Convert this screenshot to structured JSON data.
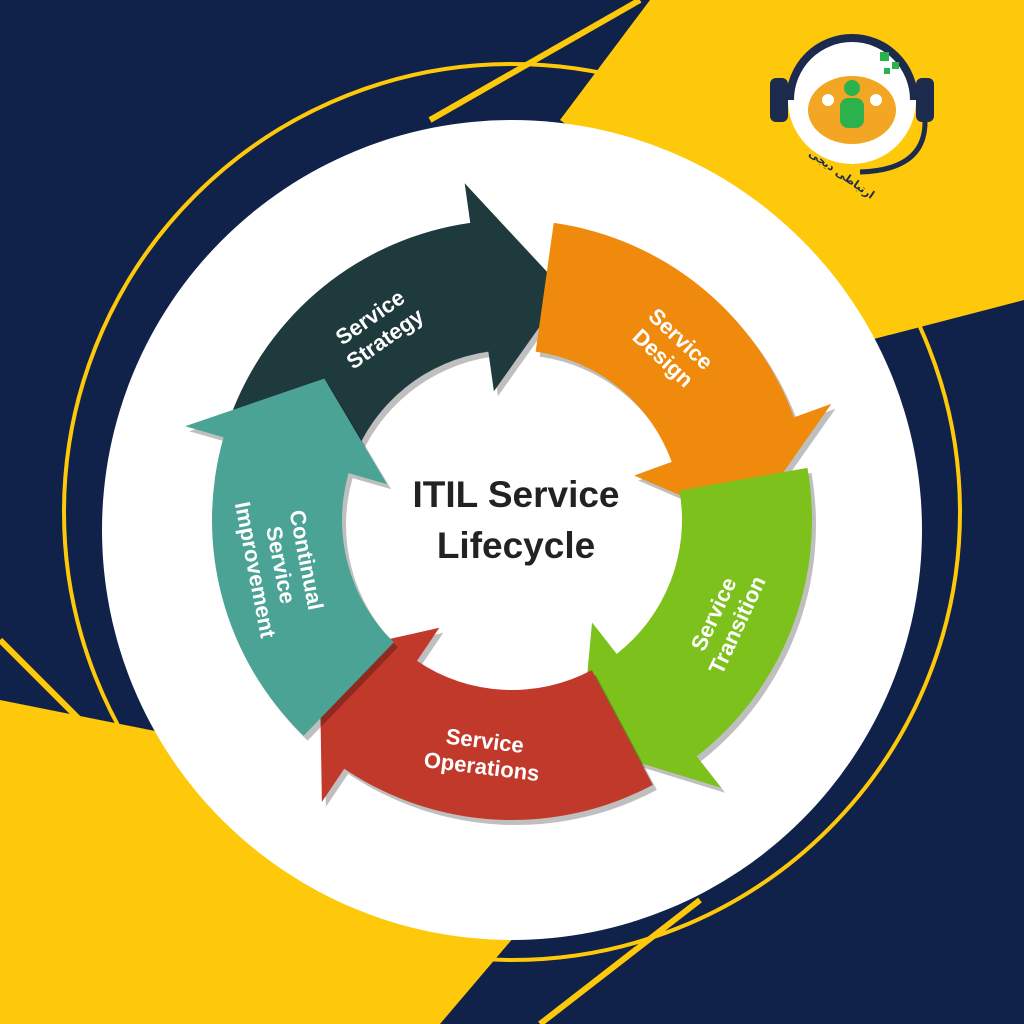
{
  "center": {
    "line1": "ITIL Service",
    "line2": "Lifecycle"
  },
  "stages": [
    {
      "line1": "Service",
      "line2": "Strategy",
      "color": "#1f3a3d"
    },
    {
      "line1": "Service",
      "line2": "Design",
      "color": "#f08a0d"
    },
    {
      "line1": "Service",
      "line2": "Transition",
      "color": "#7cc11c"
    },
    {
      "line1": "Service",
      "line2": "Operations",
      "color": "#c0392b"
    },
    {
      "line1": "Continual",
      "line2": "Service",
      "line3": "Improvement",
      "color": "#4ba395"
    }
  ],
  "logo": {
    "text": "ارتباطی دیجی"
  },
  "colors": {
    "navy": "#11224a",
    "yellow": "#fdc90a",
    "white": "#ffffff"
  }
}
